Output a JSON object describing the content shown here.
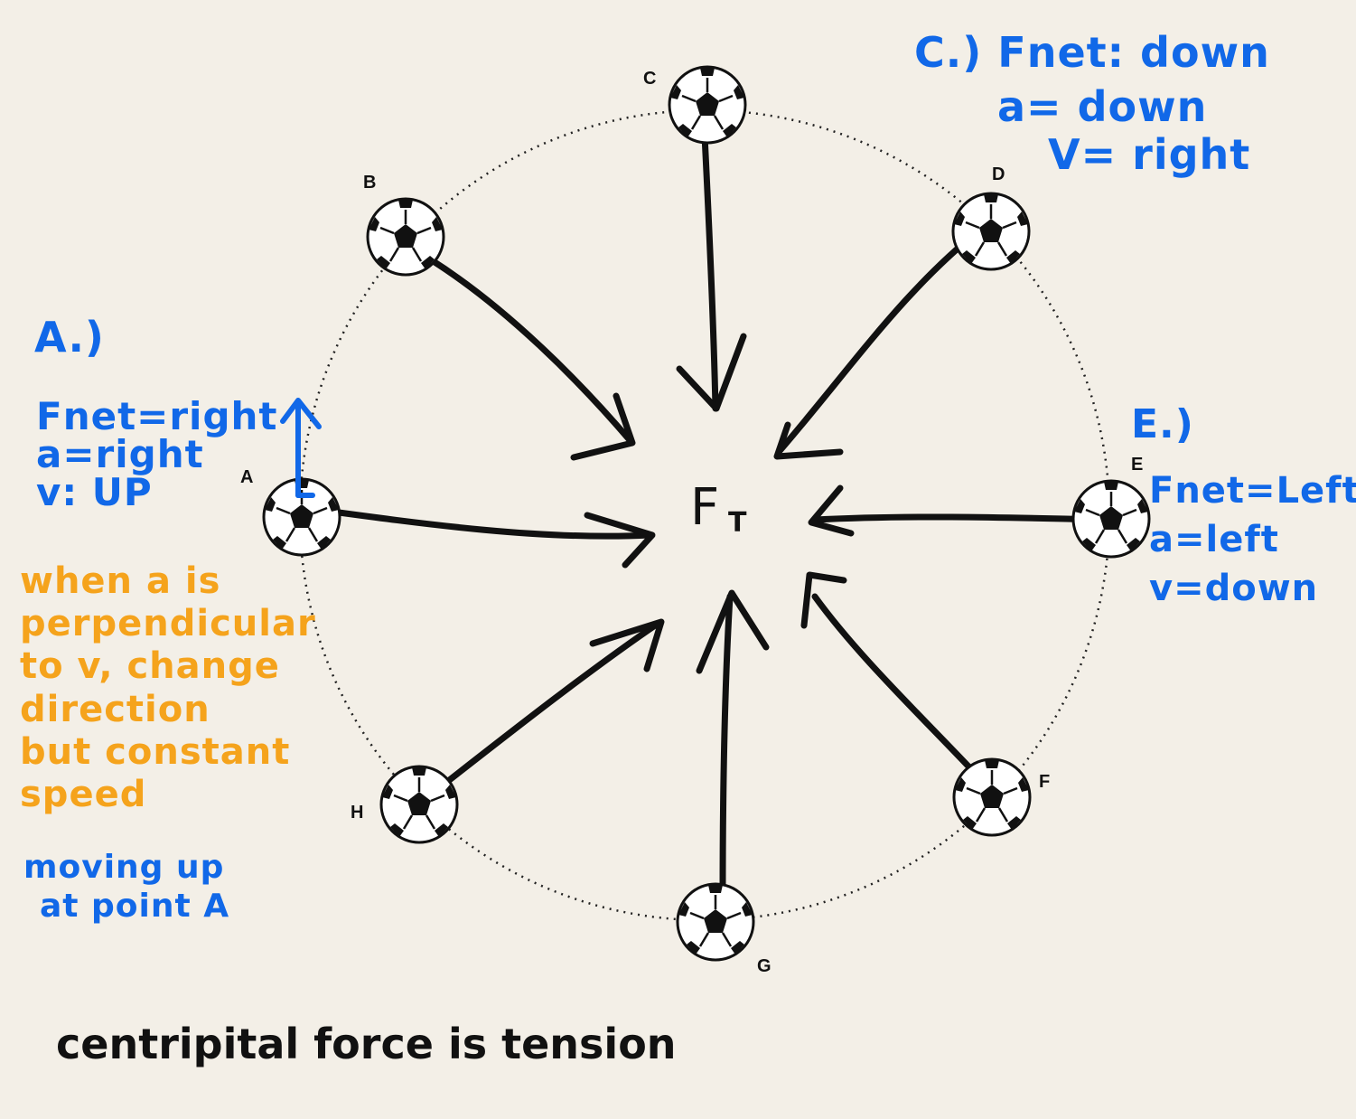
{
  "diagram": {
    "center_label": "F",
    "center_sub": "T",
    "balls": [
      {
        "label": "A"
      },
      {
        "label": "B"
      },
      {
        "label": "C"
      },
      {
        "label": "D"
      },
      {
        "label": "E"
      },
      {
        "label": "F"
      },
      {
        "label": "G"
      },
      {
        "label": "H"
      }
    ]
  },
  "notes": {
    "a": {
      "heading": "A.)",
      "lines": [
        "Fnet=right",
        "a=right",
        "v: UP"
      ]
    },
    "c": {
      "heading": "C.)",
      "lines": [
        "Fnet: down",
        "a= down",
        "V= right"
      ]
    },
    "e": {
      "heading": "E.)",
      "lines": [
        "Fnet=Left",
        "a=left",
        "v=down"
      ]
    },
    "orange": {
      "lines": [
        "when a is",
        "perpendicular",
        "to v, change",
        "direction",
        "but constant",
        "speed"
      ]
    },
    "moving": {
      "lines": [
        "moving up",
        "at point A"
      ]
    },
    "bottom": {
      "text": "centripital force is tension"
    }
  },
  "colors": {
    "blue_ink": "#1168e8",
    "orange_ink": "#f5a31c",
    "black_ink": "#111111",
    "paper": "#f3efe7"
  }
}
